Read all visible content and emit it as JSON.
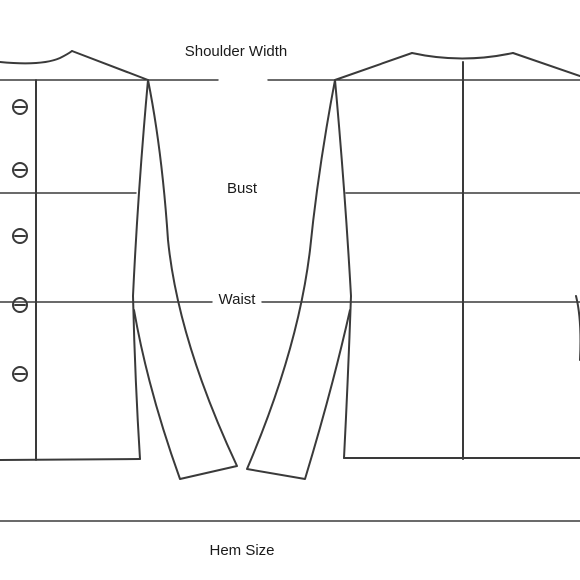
{
  "labels": {
    "shoulder_width": "Shoulder Width",
    "bust": "Bust",
    "waist": "Waist",
    "hem_size": "Hem Size"
  },
  "colors": {
    "outline": "#3a3a3a",
    "background": "#ffffff"
  },
  "views": [
    "front",
    "back"
  ],
  "front_button_count": 5
}
